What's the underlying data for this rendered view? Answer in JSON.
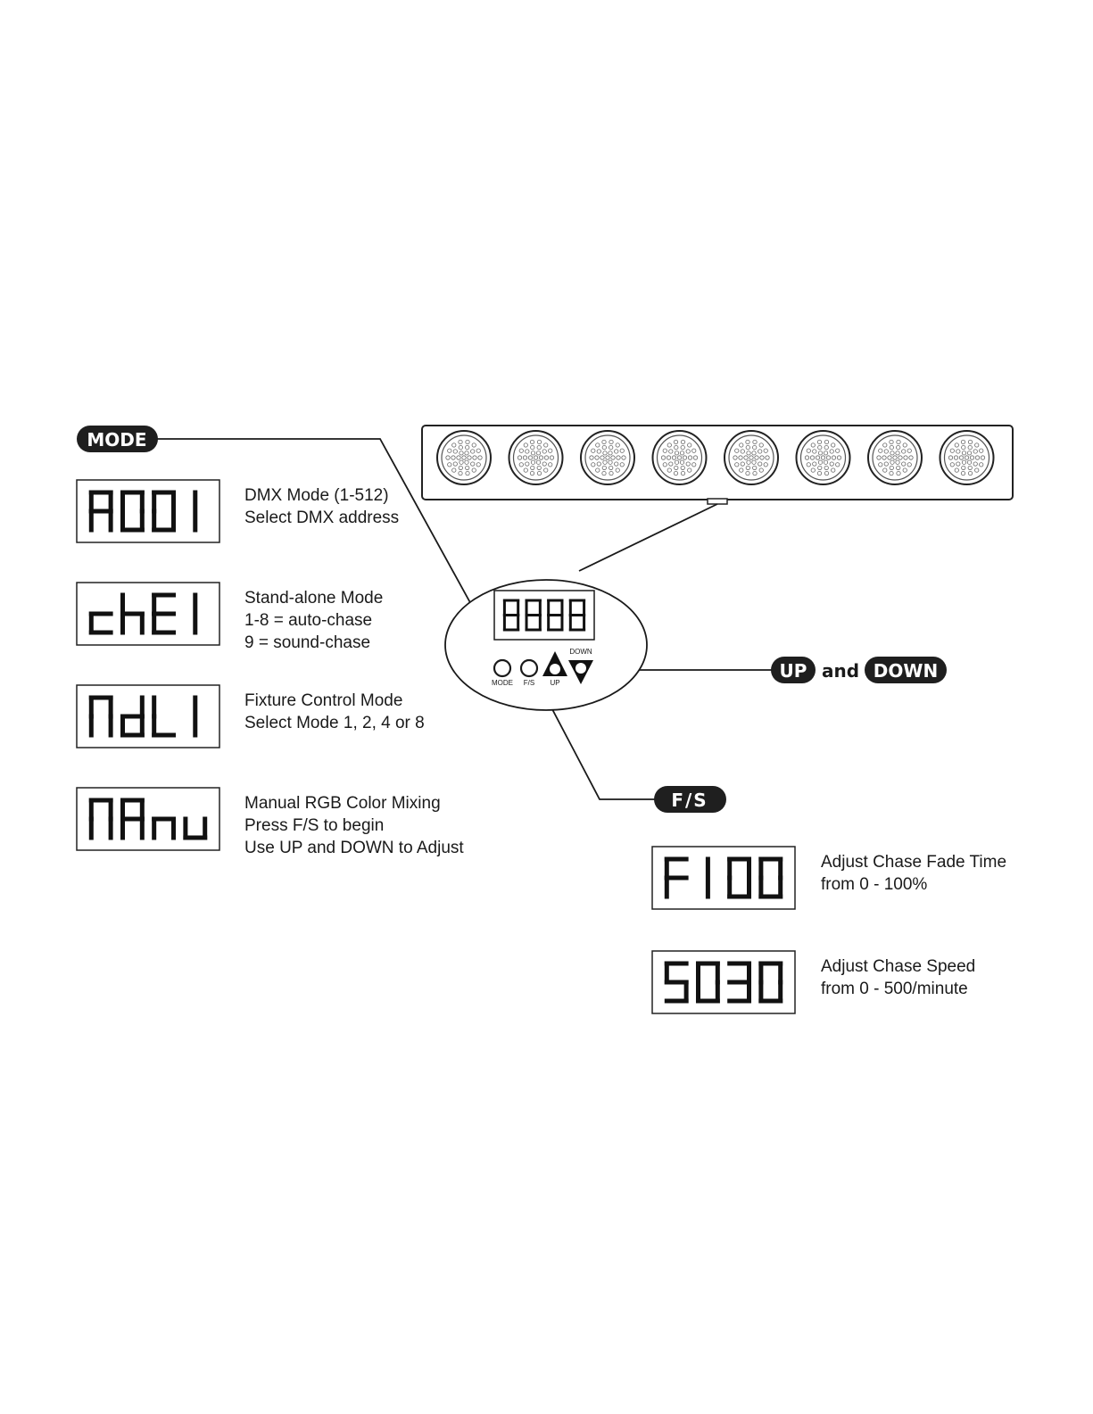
{
  "pills": {
    "mode": "MODE",
    "up": "UP",
    "and": "and",
    "down": "DOWN",
    "fs": "F/S"
  },
  "panel": {
    "display": "8888",
    "buttons": {
      "mode": "MODE",
      "fs": "F/S",
      "up": "UP",
      "down": "DOWN"
    }
  },
  "fixture": {
    "led_count": 8
  },
  "left_displays": [
    {
      "code": "A001",
      "lines": [
        "DMX Mode (1-512)",
        "Select DMX address"
      ]
    },
    {
      "code": "chE1",
      "lines": [
        "Stand-alone Mode",
        "1-8 = auto-chase",
        "9 = sound-chase"
      ]
    },
    {
      "code": "NdL1",
      "lines": [
        "Fixture Control Mode",
        "Select Mode 1, 2, 4 or 8"
      ]
    },
    {
      "code": "NAnu",
      "lines": [
        "Manual RGB Color Mixing",
        "Press F/S to begin",
        "Use UP and DOWN to Adjust"
      ]
    }
  ],
  "right_displays": [
    {
      "code": "F100",
      "lines": [
        "Adjust Chase Fade Time",
        "from 0 - 100%"
      ]
    },
    {
      "code": "S030",
      "lines": [
        "Adjust Chase Speed",
        "from 0 - 500/minute"
      ]
    }
  ],
  "colors": {
    "ink": "#1a1a1a",
    "pill": "#1f1f1f",
    "paper": "#ffffff"
  }
}
